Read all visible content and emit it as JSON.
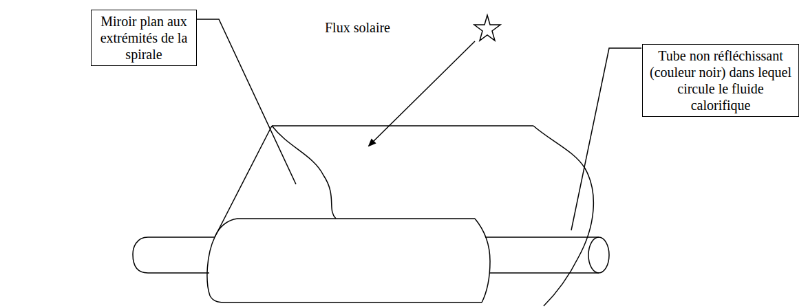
{
  "diagram": {
    "nodes": [
      {
        "text": [
          "Miroir plan aux extrémités de la spirale"
        ]
      },
      {
        "text": [
          "Tube non réfléchissant (couleur noir) dans lequel circule le fluide calorifique"
        ]
      }
    ],
    "labels": [
      "Flux solaire"
    ]
  }
}
